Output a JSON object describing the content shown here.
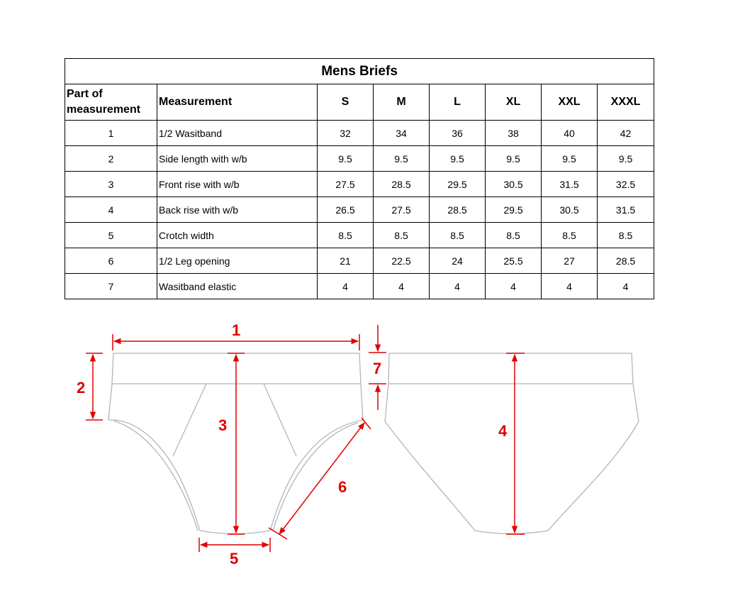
{
  "title": "Mens Briefs",
  "headers": {
    "part": "Part of measurement",
    "measurement": "Measurement",
    "sizes": [
      "S",
      "M",
      "L",
      "XL",
      "XXL",
      "XXXL"
    ]
  },
  "rows": [
    {
      "num": "1",
      "label": "1/2 Wasitband",
      "values": [
        "32",
        "34",
        "36",
        "38",
        "40",
        "42"
      ]
    },
    {
      "num": "2",
      "label": "Side length with w/b",
      "values": [
        "9.5",
        "9.5",
        "9.5",
        "9.5",
        "9.5",
        "9.5"
      ]
    },
    {
      "num": "3",
      "label": "Front rise  with w/b",
      "values": [
        "27.5",
        "28.5",
        "29.5",
        "30.5",
        "31.5",
        "32.5"
      ]
    },
    {
      "num": "4",
      "label": "Back rise  with w/b",
      "values": [
        "26.5",
        "27.5",
        "28.5",
        "29.5",
        "30.5",
        "31.5"
      ]
    },
    {
      "num": "5",
      "label": "Crotch width",
      "values": [
        "8.5",
        "8.5",
        "8.5",
        "8.5",
        "8.5",
        "8.5"
      ]
    },
    {
      "num": "6",
      "label": "1/2 Leg opening",
      "values": [
        "21",
        "22.5",
        "24",
        "25.5",
        "27",
        "28.5"
      ]
    },
    {
      "num": "7",
      "label": "Wasitband elastic",
      "values": [
        "4",
        "4",
        "4",
        "4",
        "4",
        "4"
      ]
    }
  ],
  "diagram": {
    "accent_color": "#e00000",
    "outline_color": "#b5b5b5",
    "labels": {
      "d1": "1",
      "d2": "2",
      "d3": "3",
      "d4": "4",
      "d5": "5",
      "d6": "6",
      "d7": "7"
    }
  }
}
